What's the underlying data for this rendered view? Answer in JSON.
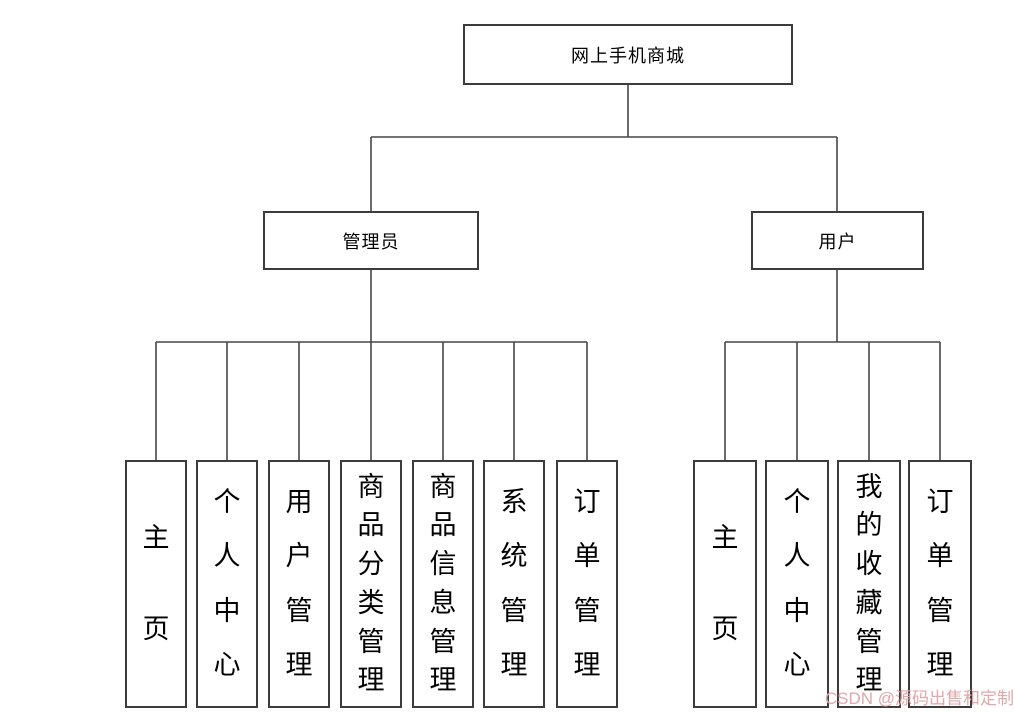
{
  "diagram": {
    "root": {
      "label": "网上手机商城"
    },
    "branches": [
      {
        "label": "管理员",
        "children": [
          "主页",
          "个人中心",
          "用户管理",
          "商品分类管理",
          "商品信息管理",
          "系统管理",
          "订单管理"
        ]
      },
      {
        "label": "用户",
        "children": [
          "主页",
          "个人中心",
          "我的收藏管理",
          "订单管理"
        ]
      }
    ]
  },
  "watermark": {
    "text": "CSDN @源码出售和定制",
    "color": "#e3a7a9"
  },
  "colors": {
    "background": "#ffffff",
    "box_border": "#3c3c3c",
    "line": "#464646",
    "text": "#000000"
  }
}
